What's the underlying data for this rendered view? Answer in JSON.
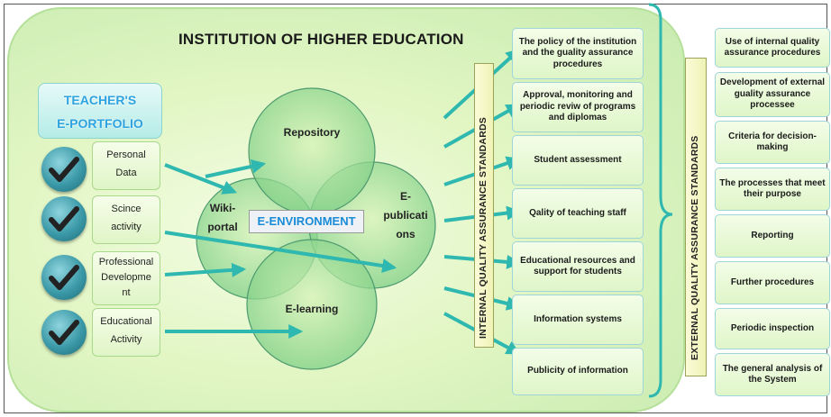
{
  "title": "INSTITUTION OF HIGHER EDUCATION",
  "portfolio": {
    "line1": "TEACHER'S",
    "line2": "E-PORTFOLIO"
  },
  "left_items": [
    {
      "lines": [
        "Personal",
        "Data"
      ]
    },
    {
      "lines": [
        "Scince",
        "activity"
      ]
    },
    {
      "lines": [
        "Professional",
        "Developme",
        "nt"
      ]
    },
    {
      "lines": [
        "Educational",
        "Activity"
      ]
    }
  ],
  "circles": {
    "repository": "Repository",
    "wiki_line1": "Wiki-",
    "wiki_line2": "portal",
    "epub_line1": "E-",
    "epub_line2": "publicati",
    "epub_line3": "ons",
    "elearning": "E-learning",
    "center": "E-ENVIRONMENT"
  },
  "internal_label": "INTERNAL QUALITY ASSURANCE STANDARDS",
  "external_label": "EXTERNAL QUALITY ASSURANCE STANDARDS",
  "internal_standards": [
    "The policy of the institution and the guality assurance procedures",
    "Approval, monitoring and periodic reviw of programs and diplomas",
    "Student assessment",
    "Qality of teaching staff",
    "Educational resources and support for students",
    "Information systems",
    "Publicity of information"
  ],
  "external_standards": [
    "Use of internal quality assurance procedures",
    "Development of external guality assurance processee",
    "Criteria for decision-making",
    "The processes that meet their purpose",
    "Reporting",
    "Further procedures",
    "Periodic inspection",
    "The general analysis of the System"
  ]
}
